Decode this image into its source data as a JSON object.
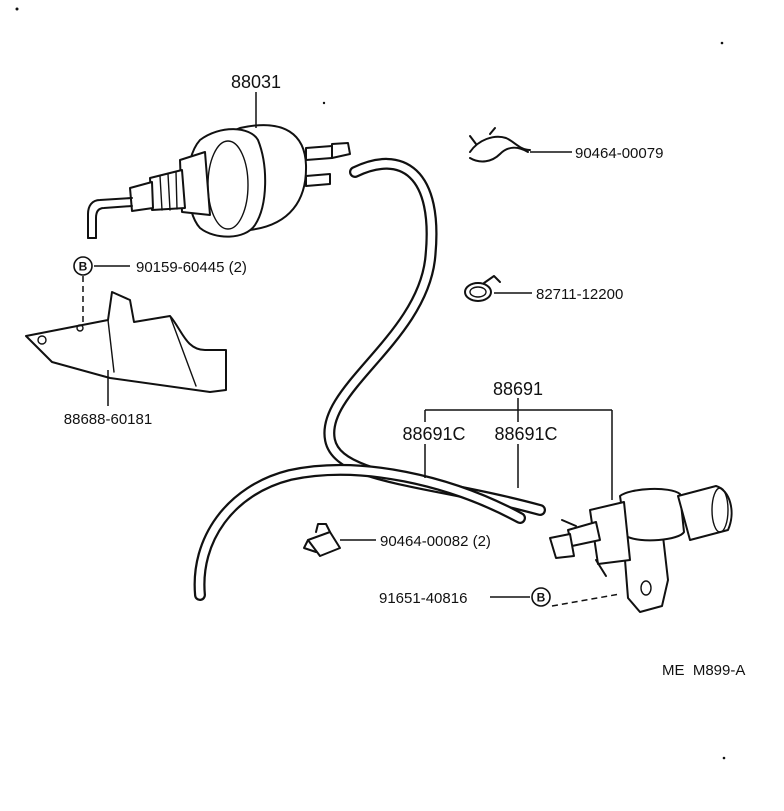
{
  "parts": {
    "vacuum_actuator": "88031",
    "clip_upper": "90464-00079",
    "bolt_b": "90159-60445 (2)",
    "hose_clamp": "82711-12200",
    "bracket": "88688-60181",
    "hose_set": "88691",
    "hose_a": "88691C",
    "hose_b": "88691C",
    "clip_lower": "90464-00082 (2)",
    "bolt_vsv": "91651-40816"
  },
  "badge_letter": "B",
  "diagram_code": "ME  M899-A"
}
